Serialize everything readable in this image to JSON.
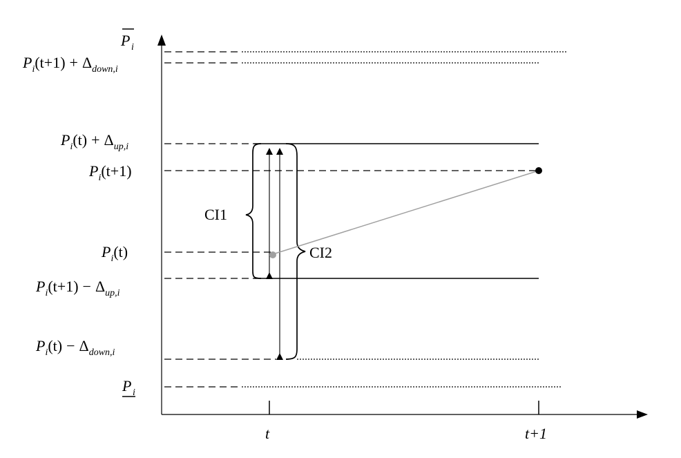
{
  "levels": {
    "pmax": {
      "sym": "P",
      "sub": "i"
    },
    "next_plus_down": {
      "sym": "P",
      "sub1": "i",
      "args": "(t+1)",
      "op": "+",
      "delta": "Δ",
      "sub2": "down,i"
    },
    "cur_plus_up": {
      "sym": "P",
      "sub1": "i",
      "args": "(t)",
      "op": "+",
      "delta": "Δ",
      "sub2": "up,i"
    },
    "next": {
      "sym": "P",
      "sub1": "i",
      "args": "(t+1)"
    },
    "cur": {
      "sym": "P",
      "sub1": "i",
      "args": "(t)"
    },
    "next_minus_up": {
      "sym": "P",
      "sub1": "i",
      "args": "(t+1)",
      "op": "−",
      "delta": "Δ",
      "sub2": "up,i"
    },
    "cur_minus_down": {
      "sym": "P",
      "sub1": "i",
      "args": "(t)",
      "op": "−",
      "delta": "Δ",
      "sub2": "down,i"
    },
    "pmin": {
      "sym": "P",
      "sub": "i"
    }
  },
  "brackets": {
    "ci1": "CI1",
    "ci2": "CI2"
  },
  "axis": {
    "t": "t",
    "t1": "t+1"
  },
  "colors": {
    "ink": "#000000",
    "trajectory": "#a0a0a0"
  }
}
